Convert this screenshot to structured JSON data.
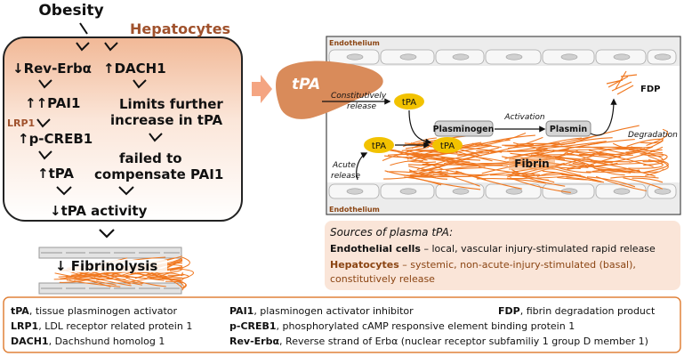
{
  "colors": {
    "hepatocyte_brown": "#8b4513",
    "fibrin_orange": "#f07820",
    "panel_peach": "#f6ddce",
    "tpa_yellow": "#f2c200",
    "liver_brown": "#d98b5a"
  },
  "left": {
    "top_label": "Obesity",
    "hepatocytes_label": "Hepatocytes",
    "rev_erba": "↓Rev-Erbα",
    "dach1": "↑DACH1",
    "pai1": "↑↑PAI1",
    "lrp1": "LRP1",
    "pcreb1": "↑p-CREB1",
    "tpa": "↑tPA",
    "limits_1": "Limits further",
    "limits_2": "increase in tPA",
    "failed_1": "failed to",
    "failed_2": "compensate PAI1",
    "tpa_activity": "↓tPA activity",
    "fibrinolysis": "↓ Fibrinolysis"
  },
  "right": {
    "endothelium_top": "Endothelium",
    "endothelium_bottom": "Endothelium",
    "liver_label": "tPA",
    "constitutively_release_1": "Constitutively",
    "constitutively_release_2": "release",
    "tpa_token_1": "tPA",
    "tpa_token_2": "tPA",
    "tpa_token_3": "tPA",
    "plasminogen": "Plasminogen",
    "activation": "Activation",
    "plasmin": "Plasmin",
    "fdp": "FDP",
    "degradation": "Degradation",
    "fibrin": "Fibrin",
    "acute_release_1": "Acute",
    "acute_release_2": "release"
  },
  "sources": {
    "title": "Sources of plasma tPA:",
    "endo_bold": "Endothelial cells",
    "endo_text": " – local, vascular injury-stimulated rapid release",
    "hep_bold": "Hepatocytes",
    "hep_text_1": " – systemic, non-acute-injury-stimulated (basal),",
    "hep_text_2": "constitutively release"
  },
  "abbreviations": {
    "tpa_k": "tPA",
    "tpa_v": ", tissue plasminogen activator",
    "lrp1_k": "LRP1",
    "lrp1_v": ", LDL receptor related protein 1",
    "dach1_k": "DACH1",
    "dach1_v": ", Dachshund homolog 1",
    "pai1_k": "PAI1",
    "pai1_v": ", plasminogen activator inhibitor",
    "pcreb1_k": "p-CREB1",
    "pcreb1_v": ", phosphorylated cAMP responsive element binding protein 1",
    "reverba_k": "Rev-Erbα",
    "reverba_v": ", Reverse strand of Erbα (nuclear receptor subfamiliy 1 group D member 1)",
    "fdp_k": "FDP",
    "fdp_v": ", fibrin degradation product"
  }
}
